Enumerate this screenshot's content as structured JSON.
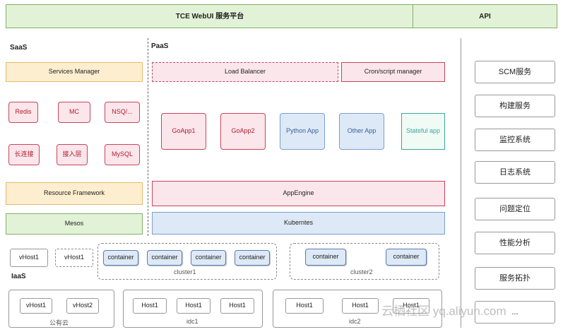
{
  "header": {
    "title": "TCE WebUI 服务平台",
    "api": "API"
  },
  "layers": {
    "saas": "SaaS",
    "paas": "PaaS",
    "iaas": "IaaS"
  },
  "saas": {
    "services_manager": "Services Manager",
    "services": [
      "Redis",
      "MC",
      "NSQ/...",
      "长连接",
      "接入层",
      "MySQL"
    ],
    "resource_framework": "Resource Framework",
    "mesos": "Mesos"
  },
  "paas": {
    "load_balancer": "Load Balancer",
    "cron": "Cron/script manager",
    "apps": [
      "GoApp1",
      "GoApp2",
      "Python App",
      "Other App",
      "Stateful app"
    ],
    "app_engine": "AppEngine",
    "kubernetes": "Kuberntes"
  },
  "vhosts_row": {
    "vhosts": [
      "vHost1",
      "vHost1"
    ],
    "cluster1": {
      "containers": [
        "container",
        "container",
        "container",
        "container"
      ],
      "label": "cluster1"
    },
    "cluster2": {
      "containers": [
        "container",
        "container"
      ],
      "label": "cluster2"
    }
  },
  "iaas": {
    "group1": {
      "hosts": [
        "vHost1",
        "vHost2"
      ],
      "label": "公有云"
    },
    "group2": {
      "hosts": [
        "Host1",
        "Host1",
        "Host1"
      ],
      "label": "idc1"
    },
    "group3": {
      "hosts": [
        "Host1",
        "Host1",
        "Host1"
      ],
      "label": "idc2"
    }
  },
  "sidebar": {
    "items": [
      "SCM服务",
      "构建服务",
      "监控系统",
      "日志系统",
      "问题定位",
      "性能分析",
      "服务拓扑",
      "..."
    ]
  },
  "watermark": "云栖社区 yq.aliyun.com"
}
